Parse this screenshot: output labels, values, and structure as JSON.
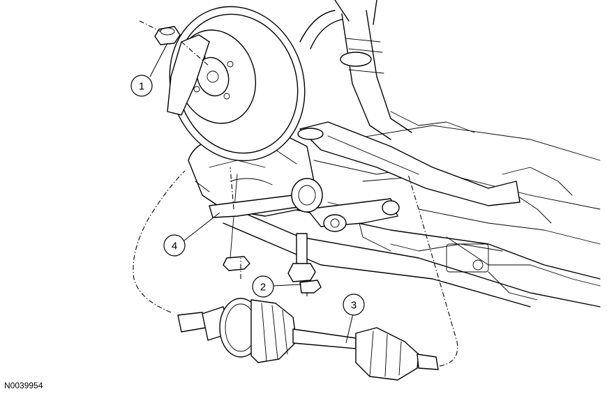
{
  "figure_id": "N0039954",
  "callouts": [
    {
      "label": "1"
    },
    {
      "label": "2"
    },
    {
      "label": "3"
    },
    {
      "label": "4"
    }
  ]
}
